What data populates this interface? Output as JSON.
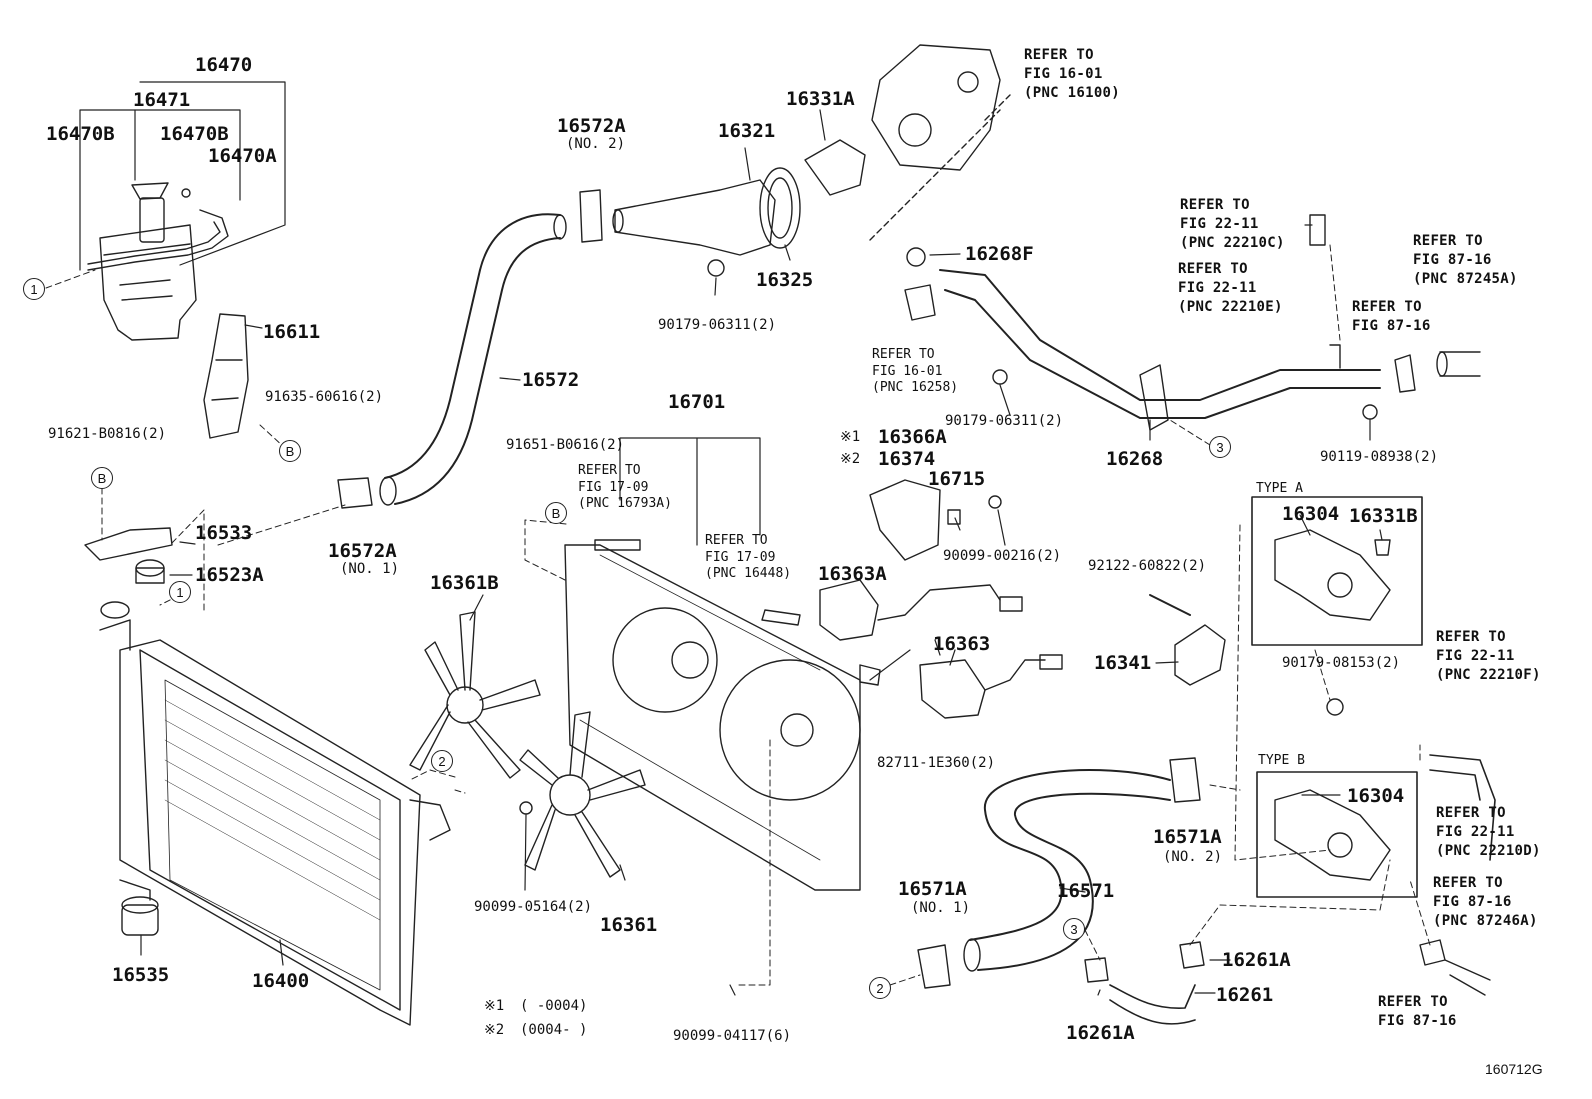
{
  "labels": {
    "p16470": "16470",
    "p16471": "16471",
    "p16470B_l": "16470B",
    "p16470B_r": "16470B",
    "p16470A": "16470A",
    "p16611": "16611",
    "p91635": "91635-60616(2)",
    "p91621": "91621-B0816(2)",
    "p16533": "16533",
    "p16523A": "16523A",
    "p16572A_top": "16572A",
    "no2_top": "(NO. 2)",
    "p16321": "16321",
    "p16331A": "16331A",
    "p16325": "16325",
    "p90179_top": "90179-06311(2)",
    "p16572": "16572",
    "p16572A_bot": "16572A",
    "no1_bot": "(NO. 1)",
    "p16268F": "16268F",
    "p16268": "16268",
    "p90179_mid": "90179-06311(2)",
    "p90119": "90119-08938(2)",
    "p16701": "16701",
    "p91651": "91651-B0616(2)",
    "p16366A": "16366A",
    "p16374": "16374",
    "p16715": "16715",
    "p90099_216": "90099-00216(2)",
    "p16363A": "16363A",
    "p16363": "16363",
    "p82711": "82711-1E360(2)",
    "p16361B": "16361B",
    "p16361": "16361",
    "p90099_5164": "90099-05164(2)",
    "p90099_4117": "90099-04117(6)",
    "p16400": "16400",
    "p16535": "16535",
    "p16304_a": "16304",
    "p16331B": "16331B",
    "p92122": "92122-60822(2)",
    "p16341": "16341",
    "p90179_8153": "90179-08153(2)",
    "p16304_b": "16304",
    "p16571A_r": "16571A",
    "no2_r": "(NO. 2)",
    "p16571A_l": "16571A",
    "no1_l": "(NO. 1)",
    "p16571": "16571",
    "p16261A_r": "16261A",
    "p16261": "16261",
    "p16261A_b": "16261A",
    "typeA": "TYPE A",
    "typeB": "TYPE B",
    "catalog": "160712G",
    "mark1": "※1",
    "mark2": "※2",
    "mark1b": "※1",
    "mark2b": "※2",
    "note1": "(       -0004)",
    "note2": "(0004-        )"
  },
  "refs": {
    "r1a": "REFER TO",
    "r1b": "FIG 16-01",
    "r1c": "(PNC 16100)",
    "r2a": "REFER TO",
    "r2b": "FIG 22-11",
    "r2c": "(PNC 22210C)",
    "r3a": "REFER TO",
    "r3b": "FIG 22-11",
    "r3c": "(PNC 22210E)",
    "r4a": "REFER TO",
    "r4b": "FIG 87-16",
    "r4c": "(PNC 87245A)",
    "r5a": "REFER TO",
    "r5b": "FIG 87-16",
    "r6a": "REFER TO",
    "r6b": "FIG 16-01",
    "r6c": "(PNC 16258)",
    "r7a": "REFER TO",
    "r7b": "FIG 17-09",
    "r7c": "(PNC 16793A)",
    "r8a": "REFER TO",
    "r8b": "FIG 17-09",
    "r8c": "(PNC 16448)",
    "r9a": "REFER TO",
    "r9b": "FIG 22-11",
    "r9c": "(PNC 22210F)",
    "r10a": "REFER TO",
    "r10b": "FIG 22-11",
    "r10c": "(PNC 22210D)",
    "r11a": "REFER TO",
    "r11b": "FIG 87-16",
    "r11c": "(PNC 87246A)",
    "r12a": "REFER TO",
    "r12b": "FIG 87-16"
  },
  "circles": {
    "c1": "1",
    "c2": "2",
    "c3": "3",
    "cB": "B"
  }
}
